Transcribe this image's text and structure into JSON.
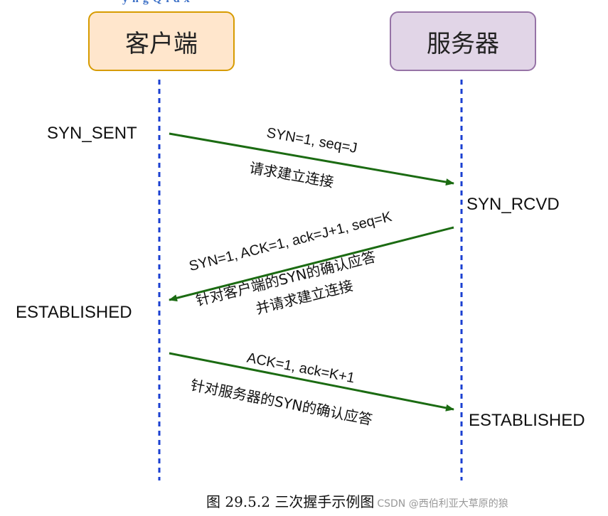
{
  "header_fragment": "y n g Q   l   d   x",
  "actors": {
    "client": "客户端",
    "server": "服务器"
  },
  "states": {
    "client_1": "SYN_SENT",
    "server_1": "SYN_RCVD",
    "client_2": "ESTABLISHED",
    "server_2": "ESTABLISHED"
  },
  "messages": [
    {
      "line1": "SYN=1, seq=J",
      "line2": "请求建立连接",
      "line3": "",
      "direction": "client-to-server"
    },
    {
      "line1": "SYN=1, ACK=1, ack=J+1, seq=K",
      "line2": "针对客户端的SYN的确认应答",
      "line3": "并请求建立连接",
      "direction": "server-to-client"
    },
    {
      "line1": "ACK=1, ack=K+1",
      "line2": "针对服务器的SYN的确认应答",
      "line3": "",
      "direction": "client-to-server"
    }
  ],
  "colors": {
    "arrow": "#1b6b12",
    "lifeline": "#1a3fd1",
    "client_fill": "#ffe6cc",
    "client_border": "#d79b00",
    "server_fill": "#e1d5e7",
    "server_border": "#9673a6"
  },
  "caption": {
    "figure": "图  29.5.2  三次握手示例图",
    "watermark": "CSDN @西伯利亚大草原的狼"
  }
}
